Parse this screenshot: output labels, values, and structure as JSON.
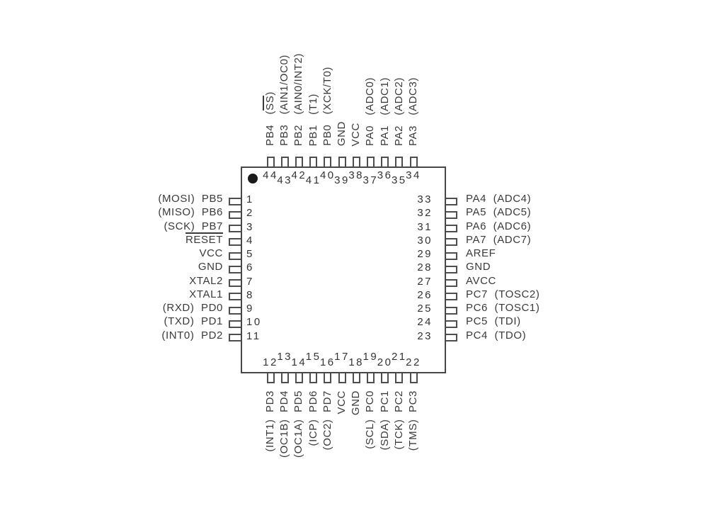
{
  "diagram": {
    "type": "ic-pinout",
    "background": "#ffffff",
    "line_color": "#4e4e4e",
    "text_color": "#3a3a3a",
    "chip": {
      "pin1_marker": "filled-circle-dot",
      "pin1_marker_color": "#1a1a1a"
    },
    "pins": {
      "top": [
        {
          "number": "44",
          "port": "PB4",
          "fn": "(SS)",
          "ov": "SS"
        },
        {
          "number": "43",
          "port": "PB3",
          "fn": "(AIN1/OC0)"
        },
        {
          "number": "42",
          "port": "PB2",
          "fn": "(AIN0/INT2)"
        },
        {
          "number": "41",
          "port": "PB1",
          "fn": "(T1)"
        },
        {
          "number": "40",
          "port": "PB0",
          "fn": "(XCK/T0)"
        },
        {
          "number": "39",
          "port": "GND"
        },
        {
          "number": "38",
          "port": "VCC"
        },
        {
          "number": "37",
          "port": "PA0",
          "fn": "(ADC0)"
        },
        {
          "number": "36",
          "port": "PA1",
          "fn": "(ADC1)"
        },
        {
          "number": "35",
          "port": "PA2",
          "fn": "(ADC2)"
        },
        {
          "number": "34",
          "port": "PA3",
          "fn": "(ADC3)"
        }
      ],
      "left": [
        {
          "number": "1",
          "port": "PB5",
          "fn": "(MOSI)"
        },
        {
          "number": "2",
          "port": "PB6",
          "fn": "(MISO)"
        },
        {
          "number": "3",
          "port": "PB7",
          "fn": "(SCK)"
        },
        {
          "number": "4",
          "port": "RESET",
          "ov": "RESET"
        },
        {
          "number": "5",
          "port": "VCC"
        },
        {
          "number": "6",
          "port": "GND"
        },
        {
          "number": "7",
          "port": "XTAL2"
        },
        {
          "number": "8",
          "port": "XTAL1"
        },
        {
          "number": "9",
          "port": "PD0",
          "fn": "(RXD)"
        },
        {
          "number": "10",
          "port": "PD1",
          "fn": "(TXD)"
        },
        {
          "number": "11",
          "port": "PD2",
          "fn": "(INT0)"
        }
      ],
      "right": [
        {
          "number": "33",
          "port": "PA4",
          "fn": "(ADC4)"
        },
        {
          "number": "32",
          "port": "PA5",
          "fn": "(ADC5)"
        },
        {
          "number": "31",
          "port": "PA6",
          "fn": "(ADC6)"
        },
        {
          "number": "30",
          "port": "PA7",
          "fn": "(ADC7)"
        },
        {
          "number": "29",
          "port": "AREF"
        },
        {
          "number": "28",
          "port": "GND"
        },
        {
          "number": "27",
          "port": "AVCC"
        },
        {
          "number": "26",
          "port": "PC7",
          "fn": "(TOSC2)"
        },
        {
          "number": "25",
          "port": "PC6",
          "fn": "(TOSC1)"
        },
        {
          "number": "24",
          "port": "PC5",
          "fn": "(TDI)"
        },
        {
          "number": "23",
          "port": "PC4",
          "fn": "(TDO)"
        }
      ],
      "bottom": [
        {
          "number": "12",
          "port": "PD3",
          "fn": "(INT1)"
        },
        {
          "number": "13",
          "port": "PD4",
          "fn": "(OC1B)"
        },
        {
          "number": "14",
          "port": "PD5",
          "fn": "(OC1A)"
        },
        {
          "number": "15",
          "port": "PD6",
          "fn": "(ICP)"
        },
        {
          "number": "16",
          "port": "PD7",
          "fn": "(OC2)"
        },
        {
          "number": "17",
          "port": "VCC"
        },
        {
          "number": "18",
          "port": "GND"
        },
        {
          "number": "19",
          "port": "PC0",
          "fn": "(SCL)"
        },
        {
          "number": "20",
          "port": "PC1",
          "fn": "(SDA)"
        },
        {
          "number": "21",
          "port": "PC2",
          "fn": "(TCK)"
        },
        {
          "number": "22",
          "port": "PC3",
          "fn": "(TMS)"
        }
      ]
    }
  }
}
